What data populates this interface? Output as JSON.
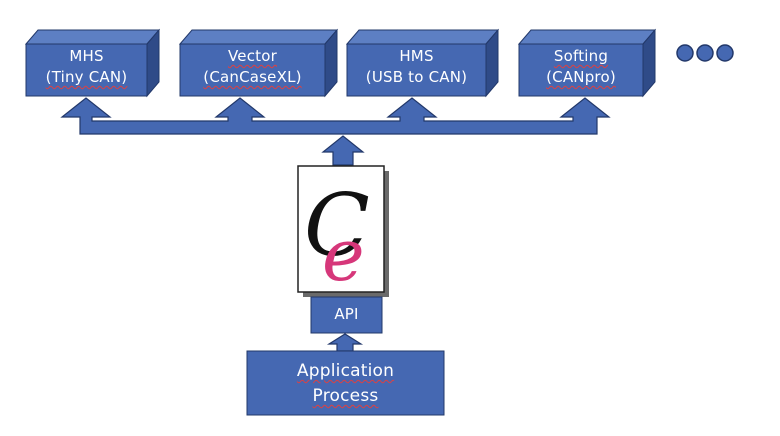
{
  "devices": [
    {
      "name": "MHS",
      "model": "(Tiny CAN)"
    },
    {
      "name": "Vector",
      "model": "(CanCaseXL)"
    },
    {
      "name": "HMS",
      "model": "(USB to CAN)"
    },
    {
      "name": "Softing",
      "model": "(CANpro)"
    }
  ],
  "api_label": "API",
  "application": {
    "line1": "Application",
    "line2": "Process"
  },
  "logo_letters": "Ce",
  "colors": {
    "box_front": "#4568b2",
    "box_side": "#2f4b88",
    "box_top": "#5d7fc3",
    "box_border": "#22386a",
    "logo_c": "#111111",
    "logo_e": "#d6377a"
  }
}
